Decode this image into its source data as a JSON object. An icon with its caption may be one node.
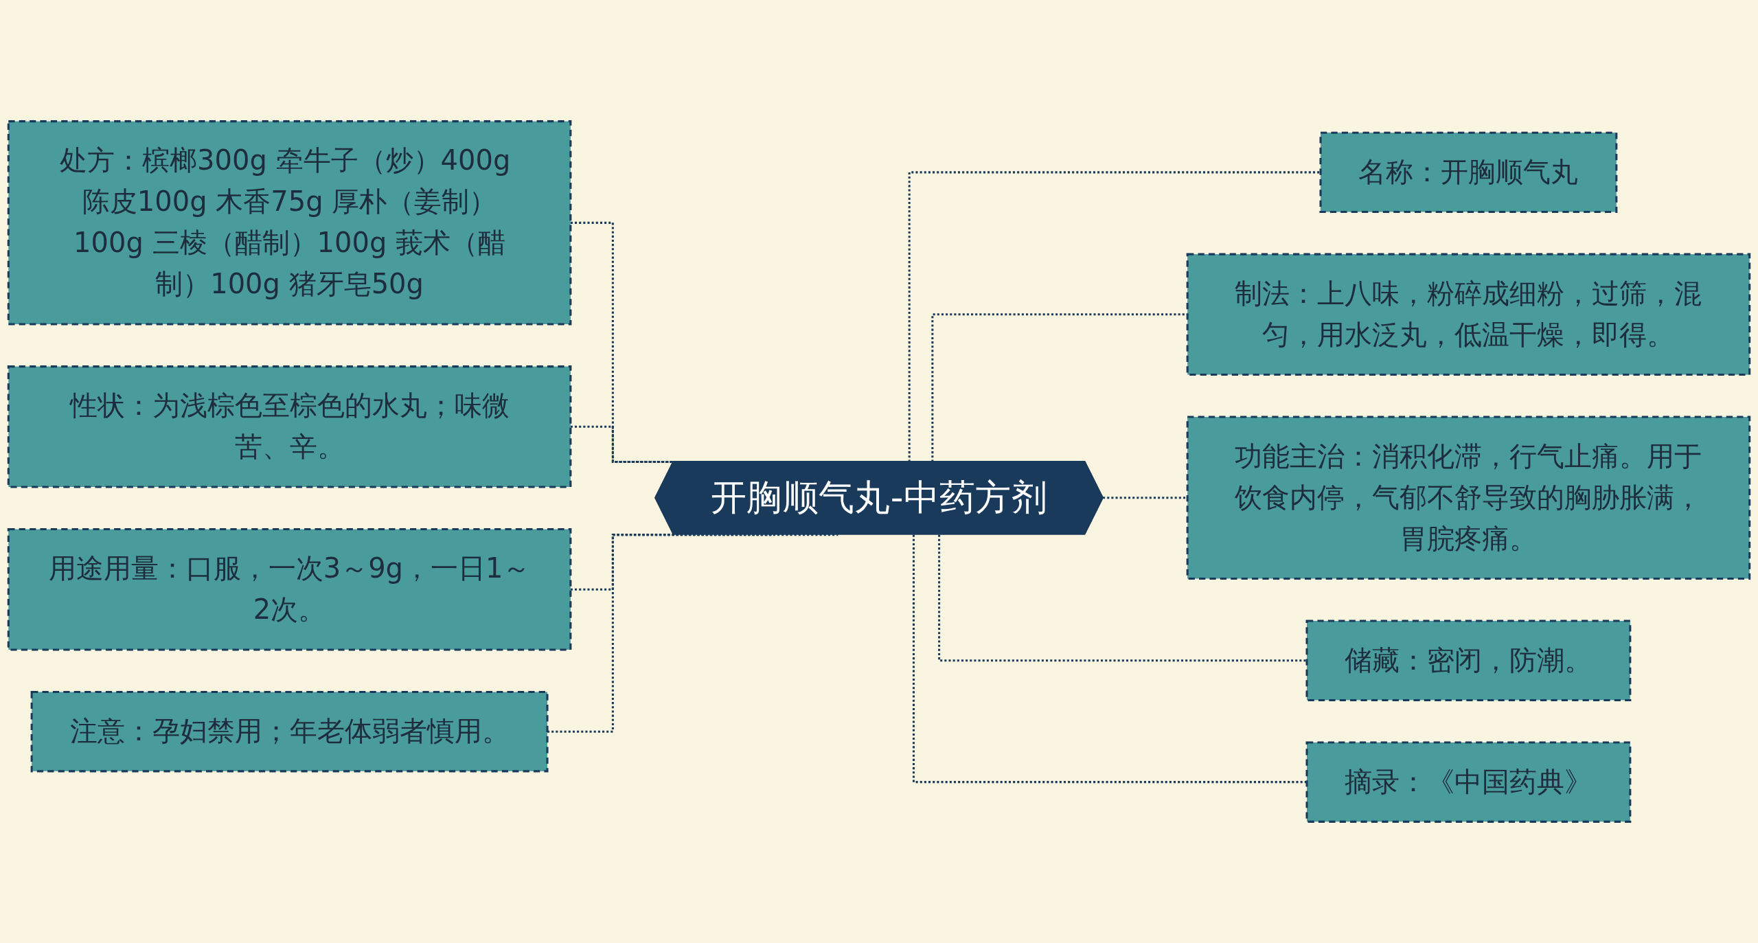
{
  "diagram": {
    "nodes": [
      {
        "text": [
          "开胸顺气丸-中药方剂"
        ]
      },
      {
        "text": [
          "处方：槟榔300g 牵牛子（炒）400g 陈皮100g 木香75g 厚朴（姜制）100g 三棱（醋制）100g 莪术（醋制）100g 猪牙皂50g"
        ]
      },
      {
        "text": [
          "性状：为浅棕色至棕色的水丸；味微苦、辛。"
        ]
      },
      {
        "text": [
          "用途用量：口服，一次3～9g，一日1～2次。"
        ]
      },
      {
        "text": [
          "注意：孕妇禁用；年老体弱者慎用。"
        ]
      },
      {
        "text": [
          "名称：开胸顺气丸"
        ]
      },
      {
        "text": [
          "制法：上八味，粉碎成细粉，过筛，混匀，用水泛丸，低温干燥，即得。"
        ]
      },
      {
        "text": [
          "功能主治：消积化滞，行气止痛。用于饮食内停，气郁不舒导致的胸胁胀满，胃脘疼痛。"
        ]
      },
      {
        "text": [
          "储藏：密闭，防潮。"
        ]
      },
      {
        "text": [
          "摘录：《中国药典》"
        ]
      }
    ],
    "edges": [
      {
        "from": 1,
        "to": 0,
        "arrow": "none",
        "style": "dashed"
      },
      {
        "from": 2,
        "to": 0,
        "arrow": "none",
        "style": "dashed"
      },
      {
        "from": 3,
        "to": 0,
        "arrow": "none",
        "style": "dashed"
      },
      {
        "from": 4,
        "to": 0,
        "arrow": "none",
        "style": "dashed"
      },
      {
        "from": 0,
        "to": 5,
        "arrow": "none",
        "style": "dashed"
      },
      {
        "from": 0,
        "to": 6,
        "arrow": "none",
        "style": "dashed"
      },
      {
        "from": 0,
        "to": 7,
        "arrow": "none",
        "style": "dashed"
      },
      {
        "from": 0,
        "to": 8,
        "arrow": "none",
        "style": "dashed"
      },
      {
        "from": 0,
        "to": 9,
        "arrow": "none",
        "style": "dashed"
      }
    ]
  }
}
